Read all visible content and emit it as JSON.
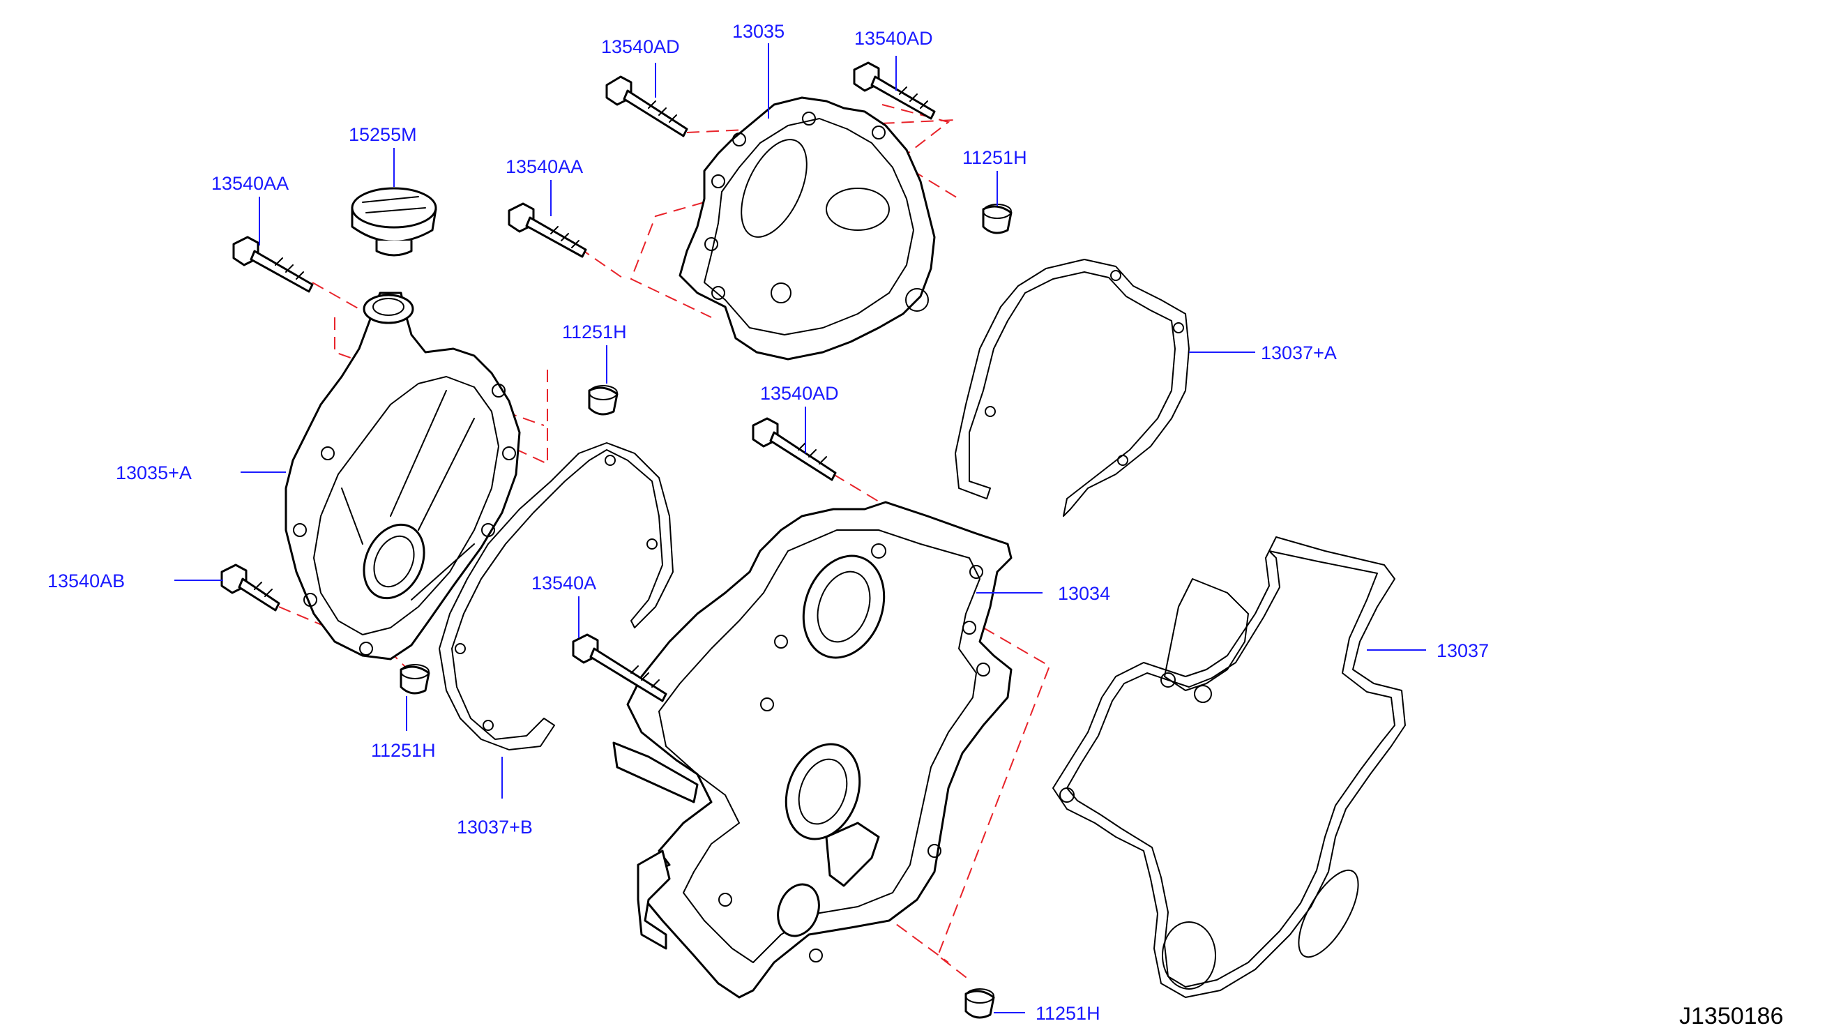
{
  "diagram": {
    "reference_code": "J1350186",
    "callout_color": "#1a1aff",
    "phantom_line_color": "#e8232a",
    "callouts": [
      {
        "id": "c-13540AD-left",
        "label": "13540AD"
      },
      {
        "id": "c-13035",
        "label": "13035"
      },
      {
        "id": "c-13540AD-right",
        "label": "13540AD"
      },
      {
        "id": "c-15255M",
        "label": "15255M"
      },
      {
        "id": "c-13540AA-left",
        "label": "13540AA"
      },
      {
        "id": "c-13540AA-mid",
        "label": "13540AA"
      },
      {
        "id": "c-11251H-top",
        "label": "11251H"
      },
      {
        "id": "c-11251H-mid",
        "label": "11251H"
      },
      {
        "id": "c-13037A",
        "label": "13037+A"
      },
      {
        "id": "c-13540AD-mid",
        "label": "13540AD"
      },
      {
        "id": "c-13035A",
        "label": "13035+A"
      },
      {
        "id": "c-13034",
        "label": "13034"
      },
      {
        "id": "c-13540AB",
        "label": "13540AB"
      },
      {
        "id": "c-13540A",
        "label": "13540A"
      },
      {
        "id": "c-13037",
        "label": "13037"
      },
      {
        "id": "c-11251H-left",
        "label": "11251H"
      },
      {
        "id": "c-13037B",
        "label": "13037+B"
      },
      {
        "id": "c-11251H-bottom",
        "label": "11251H"
      }
    ]
  }
}
